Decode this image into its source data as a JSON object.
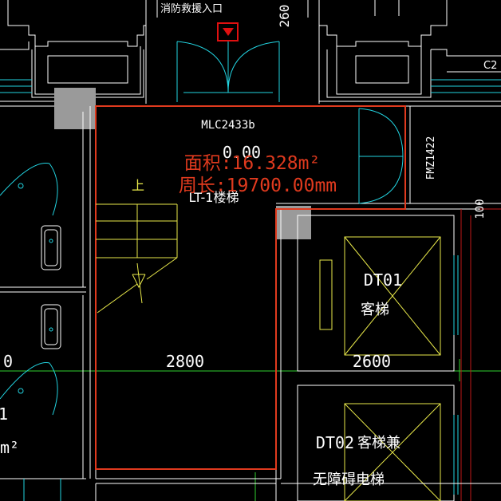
{
  "colors": {
    "background": "#000000",
    "wall": "#ffffff",
    "cyan": "#22d3e0",
    "area_outline": "#e03a1e",
    "red_text": "#e03a1e",
    "stair_yellow": "#e8e84a",
    "elevator_yellow": "#e8e84a",
    "axis_green": "#2fd02f",
    "column_fill": "#9a9a9a",
    "marker_red": "#e01010",
    "dim_red": "#c01818"
  },
  "labels": {
    "fire_entrance": "消防救援入口",
    "dim_top": "260",
    "door_window_c2": "C2",
    "door_mlc": "MLC2433b",
    "door_fmz": "FMZ1422",
    "area_value": "面积:16.328m²",
    "perimeter_value": "周长:19700.00mm",
    "height_zero": "0.00",
    "stair_up": "上",
    "stair_name": "LT-1楼梯",
    "elevator1_code": "DT01",
    "elevator1_name": "客梯",
    "elevator2_code": "DT02",
    "elevator2_name_a": "客梯兼",
    "elevator2_name_b": "无障碍电梯",
    "dim_stair_width": "2800",
    "dim_elevator_width": "2600",
    "dim_right_100": "100",
    "left_partial_unit": "m²",
    "left_partial_a": "0",
    "left_partial_b": "1"
  },
  "icons": {
    "fire_entrance_marker": "red-triangle-down-icon"
  }
}
